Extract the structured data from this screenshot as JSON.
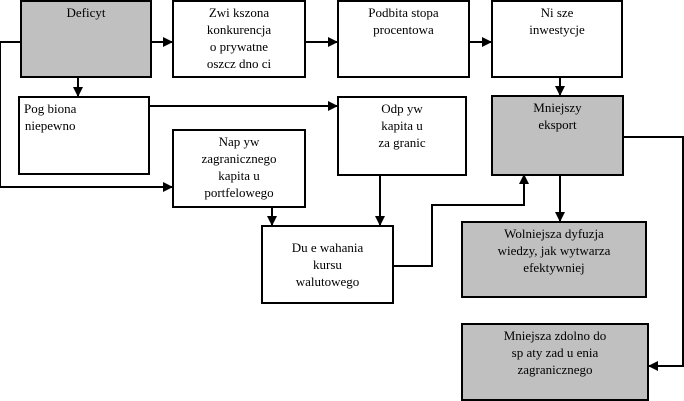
{
  "colors": {
    "grey_box": "#c0c0c0",
    "white_box": "#ffffff",
    "line": "#000000"
  },
  "boxes": {
    "deficyt": "Deficyt",
    "zwiekszona_konkurencja": "Zwi kszona\nkonkurencja\no prywatne\noszcz dno ci",
    "podbita_stopa": "Podbita stopa\nprocentowa",
    "nizsze_inwestycje": "Ni sze\ninwestycje",
    "poglebiona_niepewnosc": "Pog  biona\nniepewno",
    "odplyw_kapitalu": "Odp yw\nkapita u\nza granic",
    "mniejszy_eksport": "Mniejszy\neksport",
    "naplyw_kapitalu": "Nap yw\nzagranicznego\nkapita u\nportfelowego",
    "duze_wahania": "Du  e wahania\nkursu\nwalutowego",
    "wolniejsza_dyfuzja": "Wolniejsza dyfuzja\nwiedzy, jak wytwarza\nefektywniej",
    "mniejsza_zdolnosc": "Mniejsza zdolno     do\nsp aty zad u  enia\nzagranicznego"
  }
}
